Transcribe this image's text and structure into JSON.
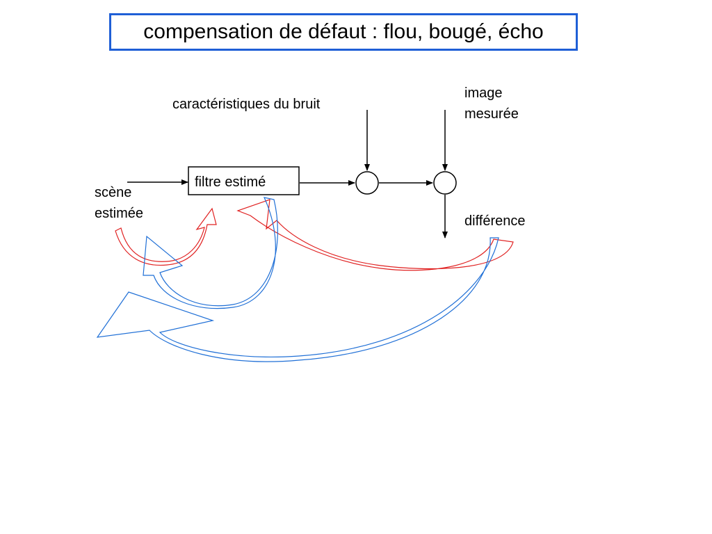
{
  "title": "compensation de défaut : flou, bougé, écho",
  "labels": {
    "bruit": "caractéristiques du bruit",
    "image_line1": "image",
    "image_line2": "mesurée",
    "scene_line1": "scène",
    "scene_line2": "estimée",
    "filtre": "filtre estimé",
    "difference": "différence"
  },
  "colors": {
    "border": "#1f5fd6",
    "arrow_red": "#e02020",
    "arrow_blue": "#1f6fd6",
    "line": "#000000"
  }
}
